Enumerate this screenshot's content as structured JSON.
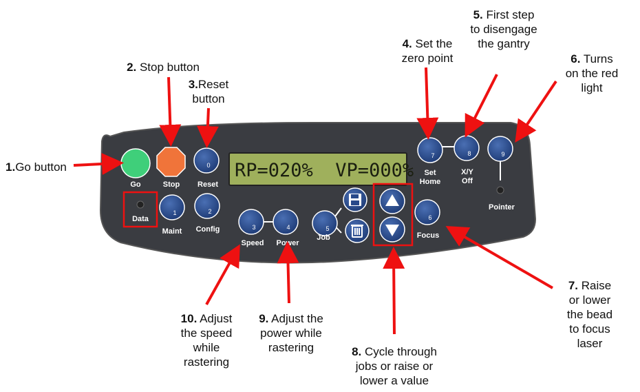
{
  "panel": {
    "lcd_text": "RP=020%  VP=000%",
    "buttons": [
      {
        "key": "go",
        "label": "Go",
        "number": ""
      },
      {
        "key": "stop",
        "label": "Stop",
        "number": ""
      },
      {
        "key": "reset",
        "label": "Reset",
        "number": "0"
      },
      {
        "key": "maint",
        "label": "Maint",
        "number": "1"
      },
      {
        "key": "config",
        "label": "Config",
        "number": "2"
      },
      {
        "key": "speed",
        "label": "Speed",
        "number": "3"
      },
      {
        "key": "power",
        "label": "Power",
        "number": "4"
      },
      {
        "key": "job",
        "label": "Job",
        "number": "5"
      },
      {
        "key": "focus",
        "label": "Focus",
        "number": "6"
      },
      {
        "key": "set_home",
        "label_line1": "Set",
        "label_line2": "Home",
        "number": "7"
      },
      {
        "key": "xy_off",
        "label_line1": "X/Y",
        "label_line2": "Off",
        "number": "8"
      },
      {
        "key": "pointer",
        "label": "Pointer",
        "number": "9"
      }
    ],
    "data_indicator_label": "Data"
  },
  "callouts": [
    {
      "num": "1.",
      "text": "Go button"
    },
    {
      "num": "2.",
      "text": " Stop button"
    },
    {
      "num": "3.",
      "text": "Reset button"
    },
    {
      "num": "4.",
      "text": " Set the zero point"
    },
    {
      "num": "5.",
      "text": " First step to disengage the gantry"
    },
    {
      "num": "6.",
      "text": " Turns on the red light"
    },
    {
      "num": "7.",
      "text": " Raise or lower the bead to focus laser"
    },
    {
      "num": "8.",
      "text": " Cycle through jobs or raise or lower a value"
    },
    {
      "num": "9.",
      "text": " Adjust the power while rastering"
    },
    {
      "num": "10.",
      "text": " Adjust the speed while rastering"
    }
  ],
  "colors": {
    "panel": "#3a3c41",
    "button": "#28498a",
    "go": "#3fcf7a",
    "stop": "#f0743a",
    "lcd": "#9fb05c",
    "arrow": "#ee1111",
    "highlight": "#ee1111"
  }
}
